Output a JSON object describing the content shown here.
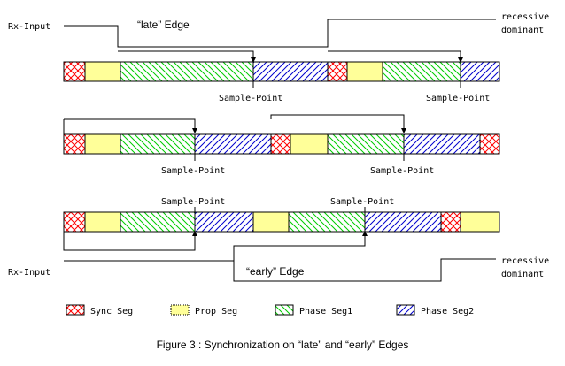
{
  "colors": {
    "sync": "#ff0000",
    "prop": "#ffff99",
    "phase1": "#00cc00",
    "phase2": "#0000cc",
    "line": "#000000"
  },
  "labels": {
    "rx_input_top": "Rx-Input",
    "rx_input_bottom": "Rx-Input",
    "late_edge": "“late” Edge",
    "early_edge": "“early” Edge",
    "recessive_top": "recessive",
    "dominant_top": "dominant",
    "recessive_bottom": "recessive",
    "dominant_bottom": "dominant",
    "sample_point": "Sample-Point"
  },
  "legend": [
    {
      "key": "sync",
      "label": "Sync_Seg"
    },
    {
      "key": "prop",
      "label": "Prop_Seg"
    },
    {
      "key": "phase1",
      "label": "Phase_Seg1"
    },
    {
      "key": "phase2",
      "label": "Phase_Seg2"
    }
  ],
  "caption": "Figure 3 : Synchronization on “late” and “early” Edges"
}
